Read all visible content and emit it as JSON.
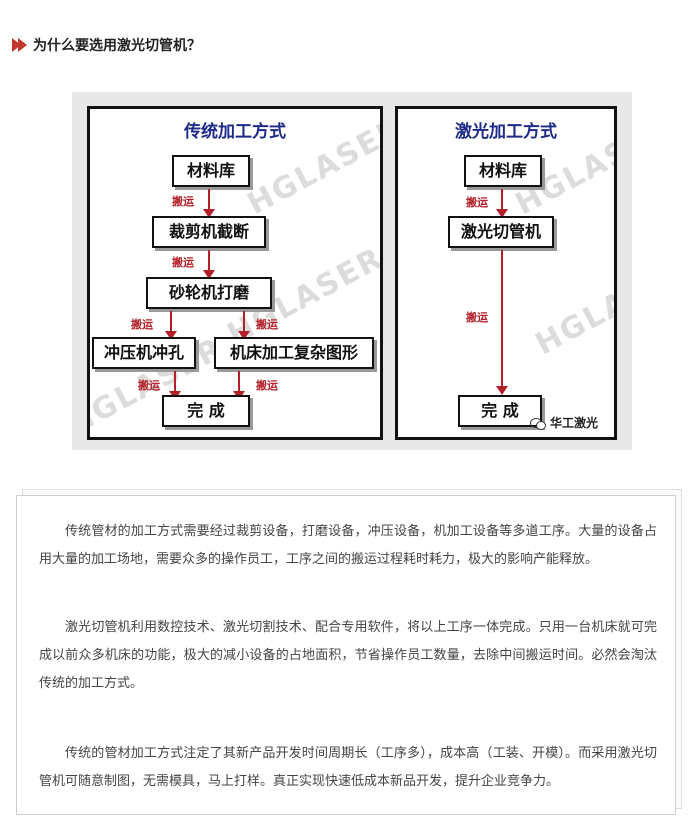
{
  "header": {
    "title": "为什么要选用激光切管机？"
  },
  "figure": {
    "left_panel": {
      "title": "传统加工方式",
      "boxes": [
        "材料库",
        "裁剪机截断",
        "砂轮机打磨",
        "冲压机冲孔",
        "机床加工复杂图形",
        "完 成"
      ],
      "arrow_label": "搬运"
    },
    "right_panel": {
      "title": "激光加工方式",
      "boxes": [
        "材料库",
        "激光切管机",
        "完 成"
      ],
      "arrow_label": "搬运"
    },
    "watermark": "HGLASER",
    "brand": "华工激光"
  },
  "text": {
    "paragraphs": [
      "传统管材的加工方式需要经过裁剪设备，打磨设备，冲压设备，机加工设备等多道工序。大量的设备占用大量的加工场地，需要众多的操作员工，工序之间的搬运过程耗时耗力，极大的影响产能释放。",
      "激光切管机利用数控技术、激光切割技术、配合专用软件，将以上工序一体完成。只用一台机床就可完成以前众多机床的功能，极大的减小设备的占地面积，节省操作员工数量，去除中间搬运时间。必然会淘汰传统的加工方式。",
      "传统的管材加工方式注定了其新产品开发时间周期长（工序多），成本高（工装、开模）。而采用激光切管机可随意制图，无需模具，马上打样。真正实现快速低成本新品开发，提升企业竞争力。"
    ]
  },
  "colors": {
    "accent": "#c0392b",
    "title_blue": "#1d2a8a",
    "arrow_red": "#b3202a"
  }
}
